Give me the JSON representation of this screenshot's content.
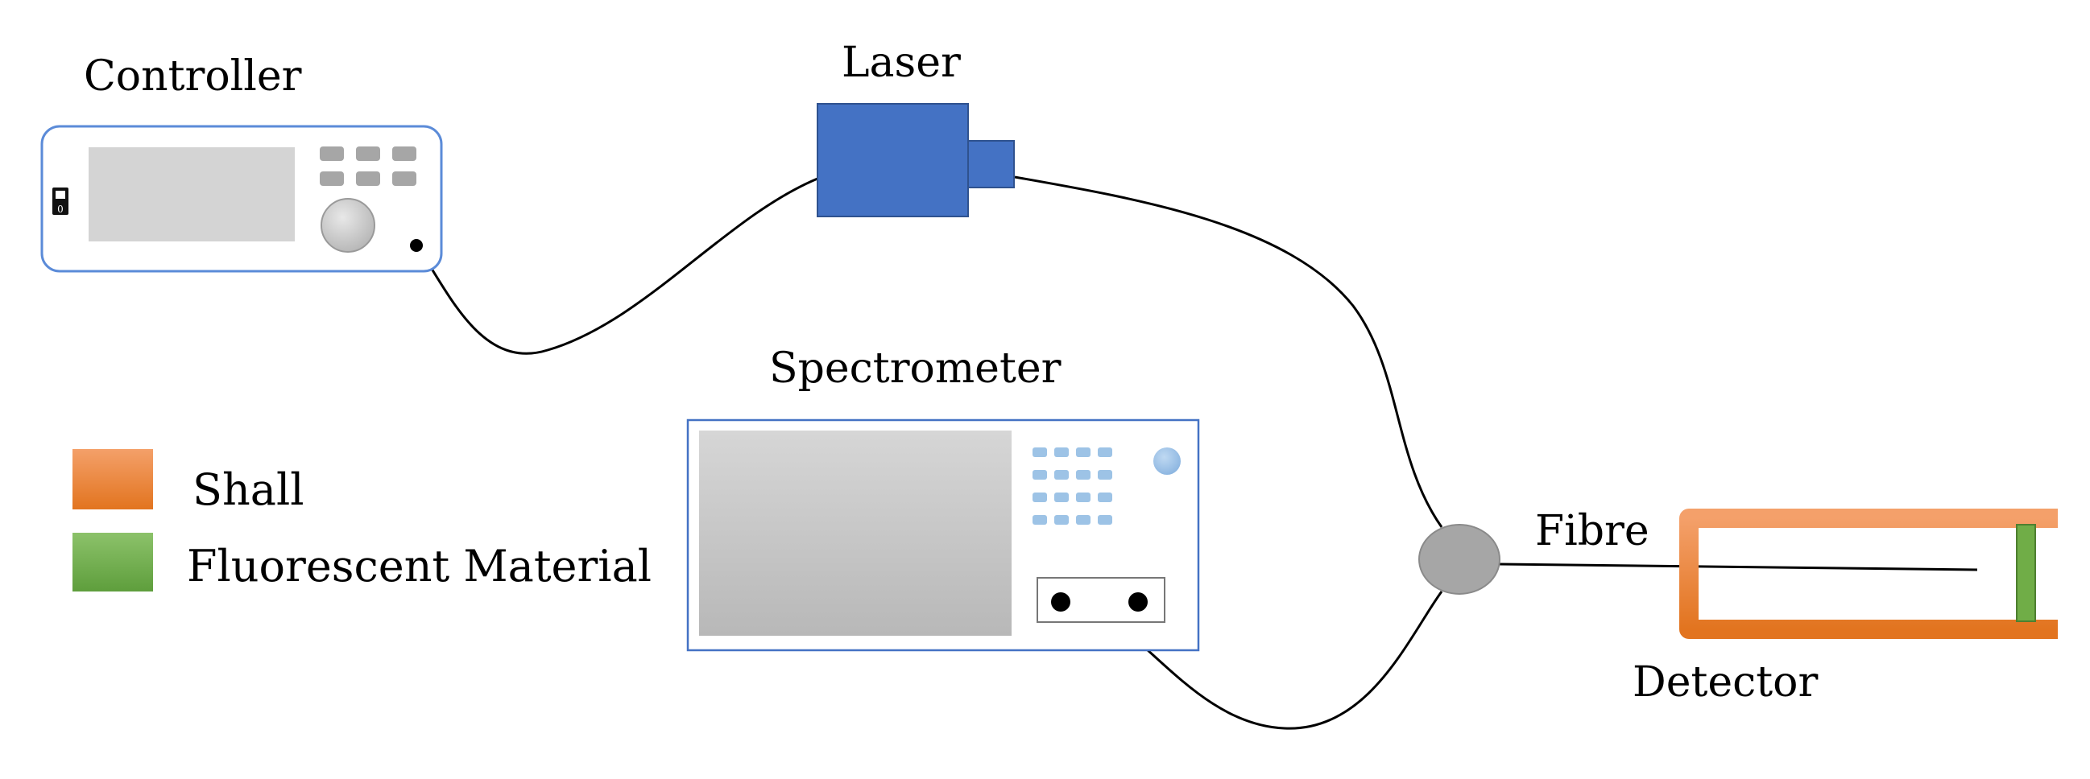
{
  "labels": {
    "controller": "Controller",
    "laser": "Laser",
    "spectrometer": "Spectrometer",
    "fibre": "Fibre",
    "detector": "Detector"
  },
  "controller_power_switch": "0",
  "legend": [
    {
      "label": "Shall",
      "color": "#ED7D31"
    },
    {
      "label": "Fluorescent Material",
      "color": "#70AD47"
    }
  ],
  "colors": {
    "laser": "#4472C4",
    "device_border": "#4472C4",
    "controller_border": "#5B8BD8",
    "screen": "#D4D4D4",
    "controller_button": "#A6A6A6",
    "spectrometer_button": "#9DC3E6",
    "coupler": "#A6A6A6",
    "shell": "#ED7D31",
    "fluorescent": "#70AD47",
    "cable": "#000000"
  }
}
